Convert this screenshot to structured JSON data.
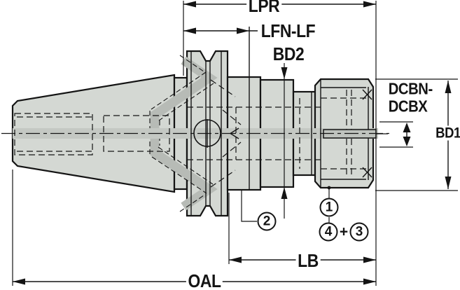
{
  "colors": {
    "background": "#ffffff",
    "body": "#d4d8d3",
    "band": "#b7bbb6",
    "bore": "#c4c8c3",
    "slot": "#bfc3be",
    "line": "#141414"
  },
  "dimensions": {
    "lpr": "LPR",
    "lfn_lf": "LFN-LF",
    "bd2": "BD2",
    "dcbn_line1": "DCBN-",
    "dcbn_line2": "DCBX",
    "bd1": "BD1",
    "lb": "LB",
    "oal": "OAL"
  },
  "callouts": {
    "c1": "1",
    "c2": "2",
    "c3": "3",
    "c4": "4",
    "plus": "+"
  }
}
